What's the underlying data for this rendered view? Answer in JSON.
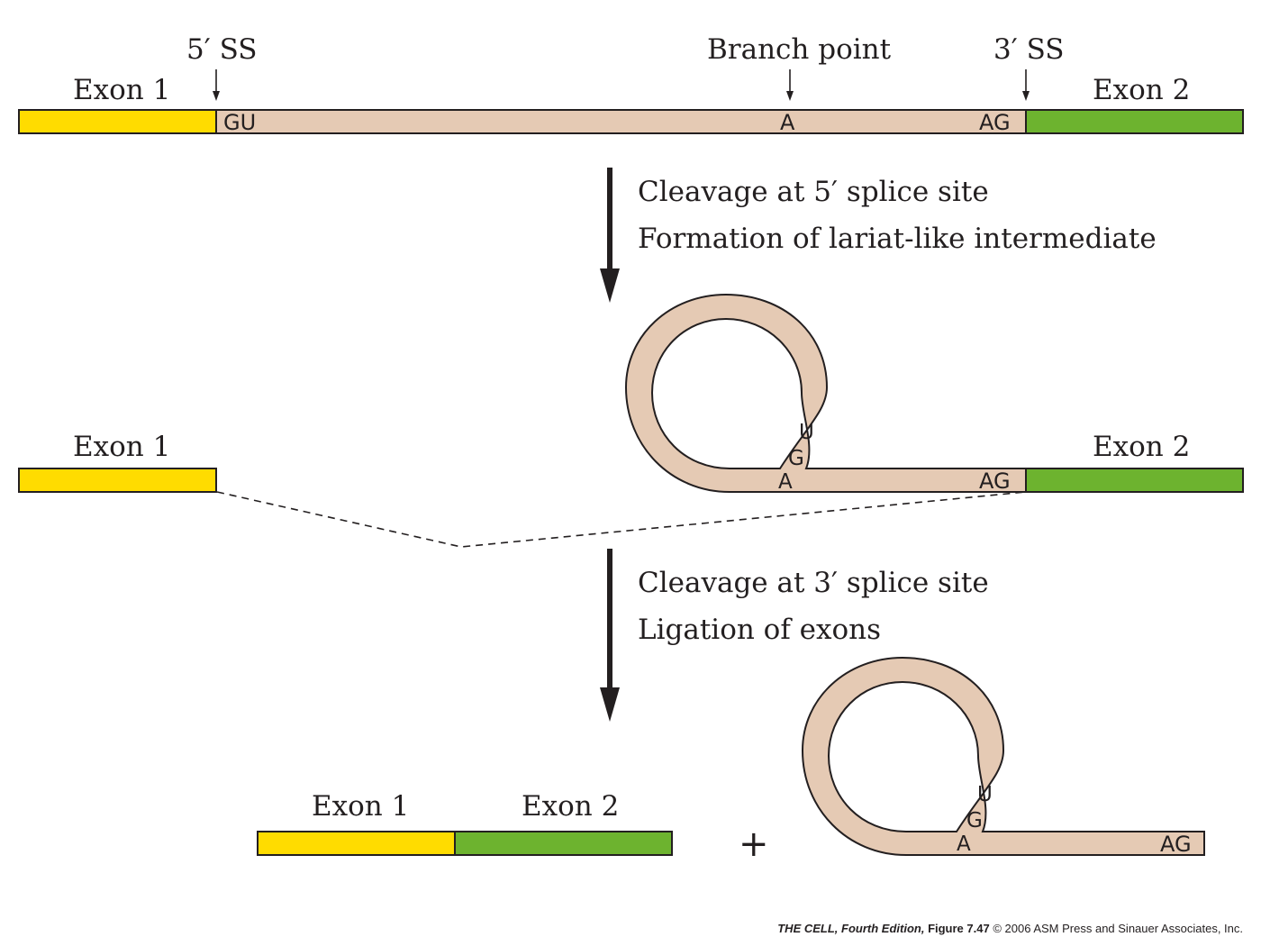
{
  "colors": {
    "exon1": "#ffdc00",
    "exon2": "#6db32f",
    "intron": "#e5cab4",
    "outline": "#231f20"
  },
  "top": {
    "five_ss": "5′ SS",
    "branch_point": "Branch point",
    "three_ss": "3′ SS",
    "exon1": "Exon 1",
    "exon2": "Exon 2",
    "gu": "GU",
    "a": "A",
    "ag": "AG"
  },
  "step1": {
    "line1": "Cleavage at 5′ splice site",
    "line2": "Formation of lariat-like intermediate"
  },
  "middle": {
    "exon1": "Exon 1",
    "exon2": "Exon 2",
    "u": "U",
    "g": "G",
    "a": "A",
    "ag": "AG"
  },
  "step2": {
    "line1": "Cleavage at 3′ splice site",
    "line2": "Ligation of exons"
  },
  "bottom": {
    "exon1": "Exon 1",
    "exon2": "Exon 2",
    "plus": "+",
    "u": "U",
    "g": "G",
    "a": "A",
    "ag": "AG"
  },
  "credit": {
    "title": "THE CELL, Fourth Edition,",
    "figure": "Figure 7.47",
    "copyright": "© 2006 ASM Press and Sinauer Associates, Inc."
  }
}
